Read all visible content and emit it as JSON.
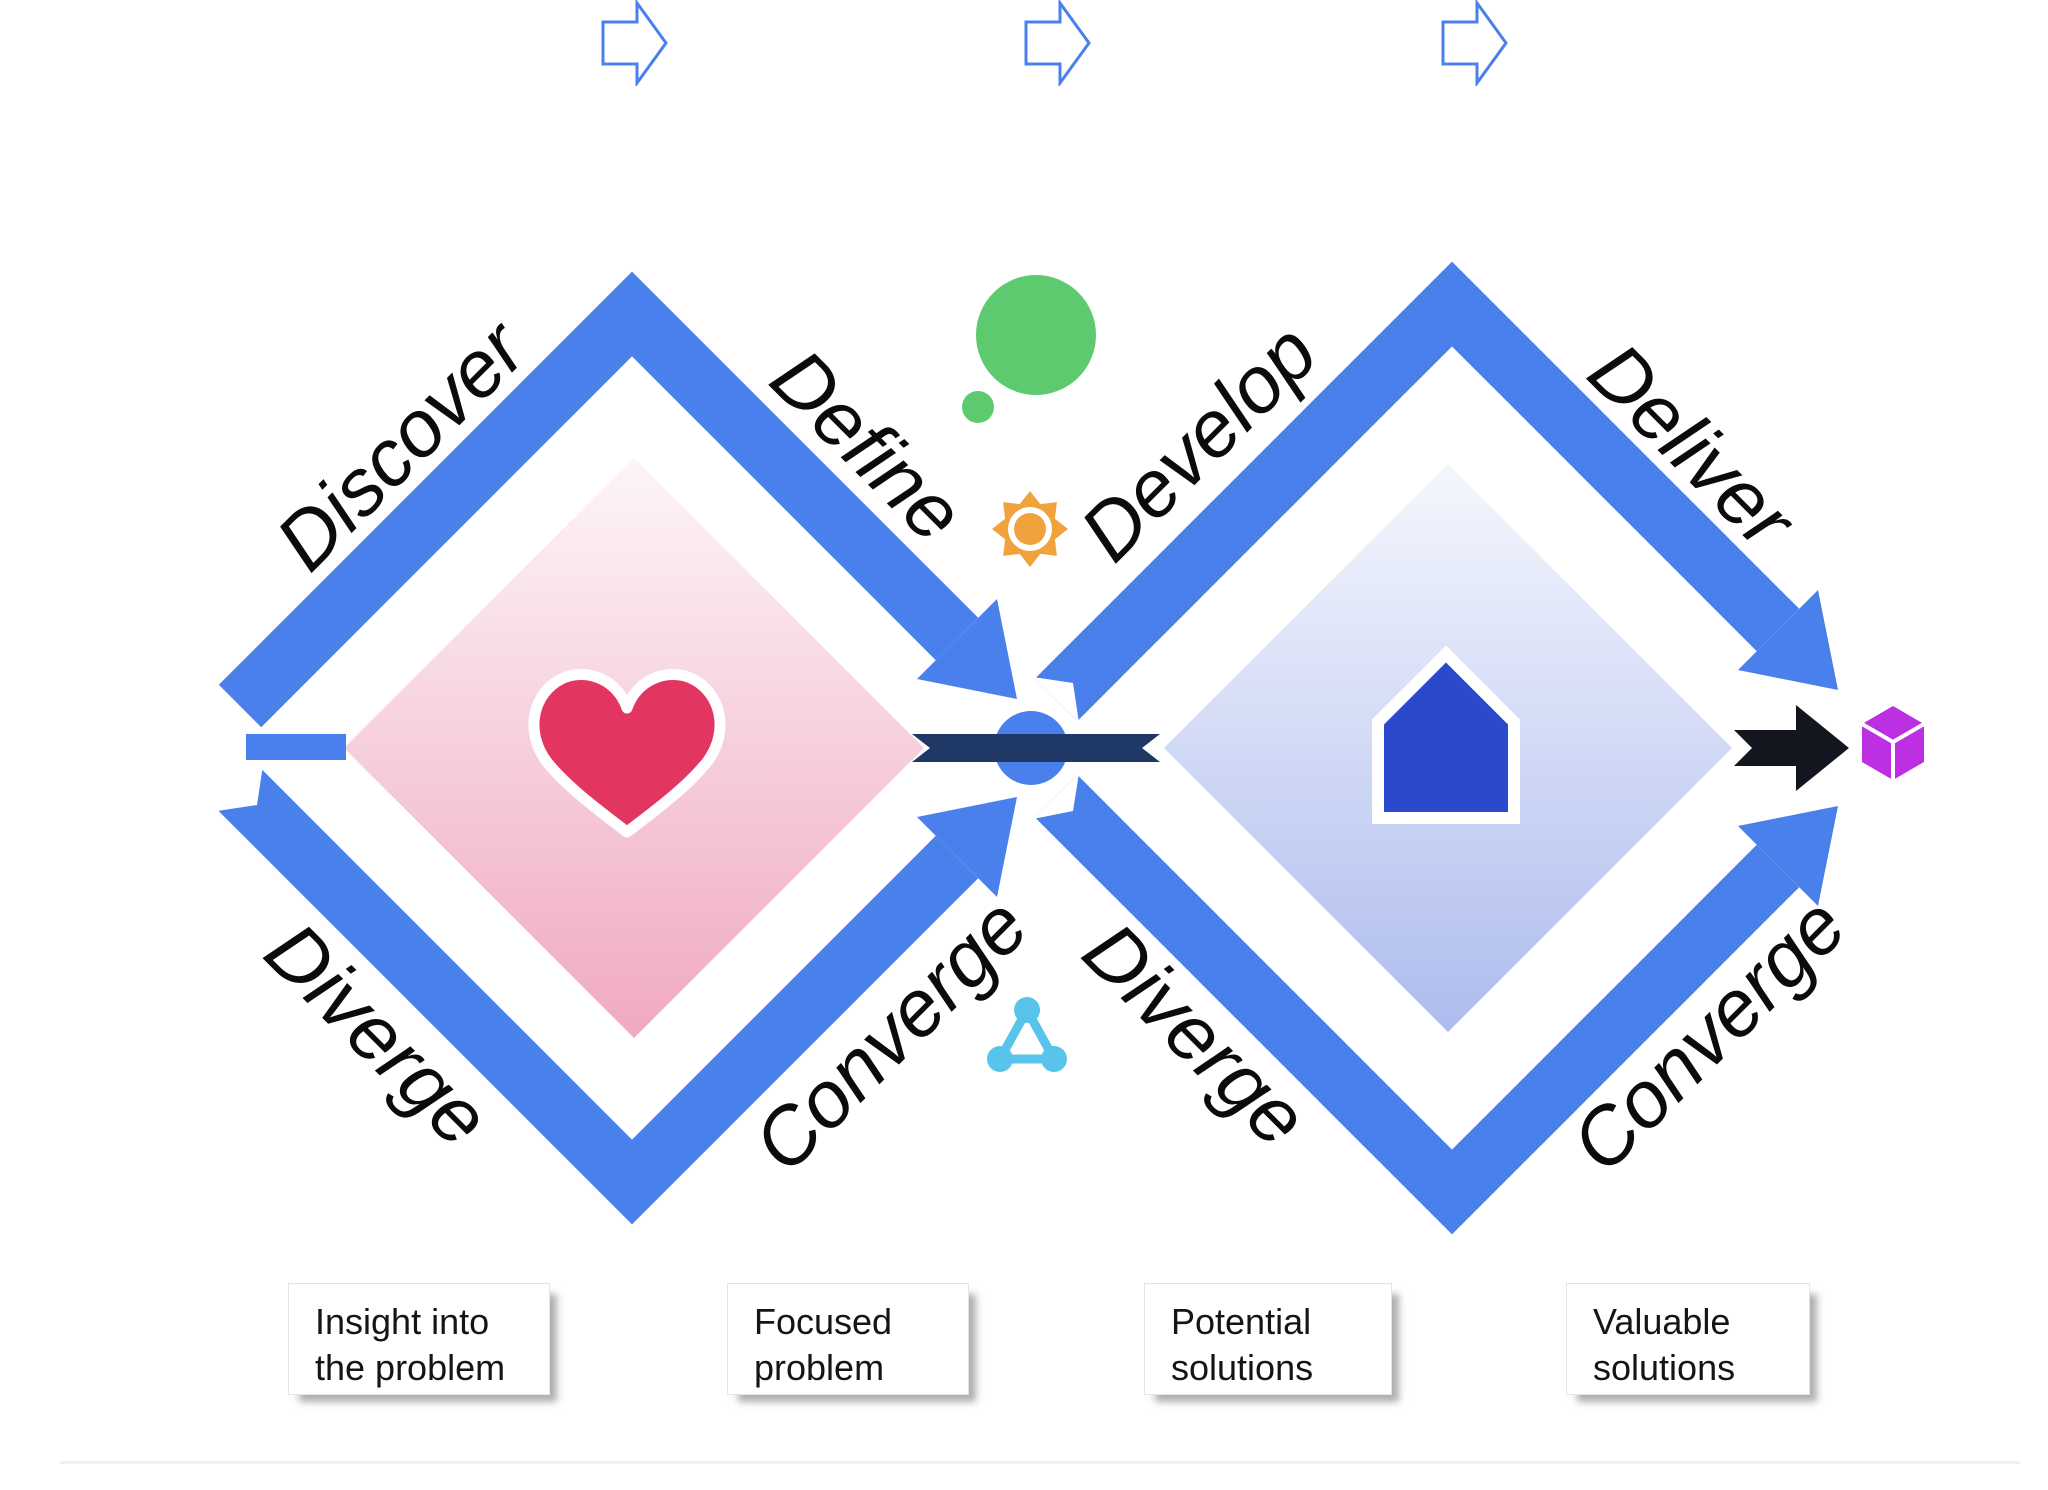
{
  "title": "Double Diamond design process diagram",
  "phases": {
    "discover": "Discover",
    "define": "Define",
    "develop": "Develop",
    "deliver": "Deliver"
  },
  "modes": {
    "diverge_left": "Diverge",
    "converge_left": "Converge",
    "diverge_right": "Diverge",
    "converge_right": "Converge"
  },
  "stages": [
    {
      "line1": "Insight into",
      "line2": "the problem"
    },
    {
      "line1": "Focused",
      "line2": "problem"
    },
    {
      "line1": "Potential",
      "line2": "solutions"
    },
    {
      "line1": "Valuable",
      "line2": "solutions"
    }
  ],
  "icons": {
    "left_diamond_center": "heart",
    "right_diamond_center": "house",
    "between_top": "thought-bubble",
    "between_middle": "sun",
    "between_bottom": "network-triangle",
    "output": "cube",
    "connector": "flow-arrow"
  },
  "palette": {
    "band_blue": "#4a80ec",
    "navy_band": "#1f3865",
    "black_arrow": "#14161f",
    "green_bubble": "#5dca70",
    "orange_sun": "#f0a33c",
    "sky_triangle": "#58c4eb",
    "heart_red": "#e23560",
    "house_blue": "#2b49cc",
    "cube_purple": "#bd2fe2",
    "pink_gradient_top": "#fdf5f8",
    "pink_gradient_bottom": "#f0a9c0",
    "lavender_gradient_top": "#f5f7fd",
    "lavender_gradient_bottom": "#adbcee",
    "label_color": "#0b0b0b"
  }
}
